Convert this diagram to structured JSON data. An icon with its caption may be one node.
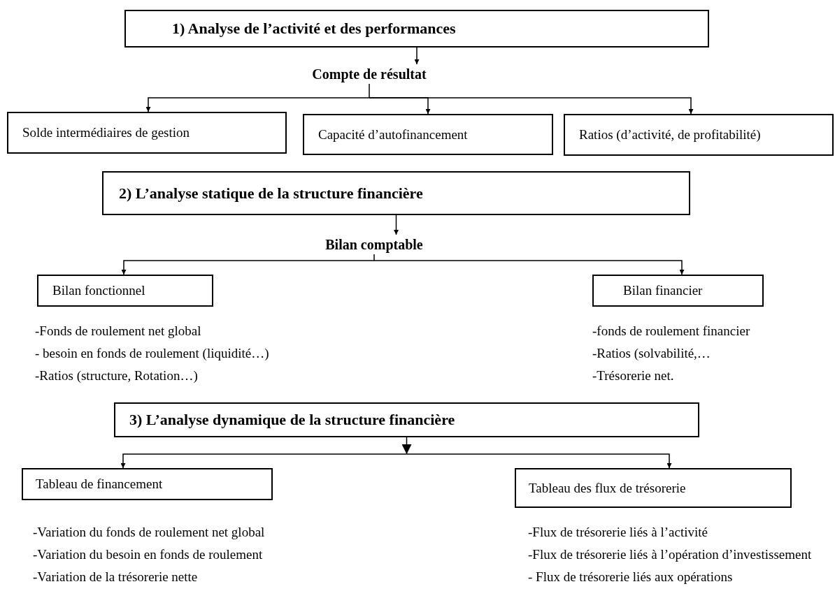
{
  "diagram": {
    "nodes": [
      {
        "text": [
          "1)   Analyse de l’activité et des performances"
        ]
      },
      {
        "text": [
          "Compte de résultat"
        ]
      },
      {
        "text": [
          "Solde intermédiaires de gestion"
        ]
      },
      {
        "text": [
          "Capacité d’autofinancement"
        ]
      },
      {
        "text": [
          "Ratios (d’activité, de profitabilité)"
        ]
      },
      {
        "text": [
          "2)   L’analyse statique de la structure financière"
        ]
      },
      {
        "text": [
          "Bilan comptable"
        ]
      },
      {
        "text": [
          "Bilan fonctionnel"
        ],
        "beside": [
          "-Fonds de roulement net global",
          "- besoin en fonds de roulement (liquidité…)",
          "-Ratios (structure, Rotation…)"
        ]
      },
      {
        "text": [
          "Bilan financier"
        ],
        "beside": [
          "-fonds de roulement financier",
          "-Ratios (solvabilité,…",
          "-Trésorerie net."
        ]
      },
      {
        "text": [
          "3)     L’analyse dynamique de la structure financière"
        ]
      },
      {
        "text": [
          "Tableau de financement"
        ],
        "beside": [
          "-Variation du fonds de roulement net global",
          "-Variation du besoin en fonds de roulement",
          "-Variation de la trésorerie nette"
        ]
      },
      {
        "text": [
          "Tableau des flux de trésorerie"
        ],
        "beside": [
          "-Flux de trésorerie liés à l’activité",
          "-Flux de trésorerie liés à l’opération d’investissement",
          "- Flux de trésorerie liés aux opérations"
        ]
      }
    ],
    "edges": [
      {
        "from": 0,
        "to": 1,
        "arrow": "to"
      },
      {
        "from": 1,
        "to": 2,
        "arrow": "to"
      },
      {
        "from": 1,
        "to": 3,
        "arrow": "to"
      },
      {
        "from": 1,
        "to": 4,
        "arrow": "to"
      },
      {
        "from": 5,
        "to": 6,
        "arrow": "to"
      },
      {
        "from": 6,
        "to": 7,
        "arrow": "to"
      },
      {
        "from": 6,
        "to": 8,
        "arrow": "to"
      },
      {
        "from": 9,
        "to": 10,
        "arrow": "to"
      },
      {
        "from": 9,
        "to": 11,
        "arrow": "to"
      }
    ]
  }
}
